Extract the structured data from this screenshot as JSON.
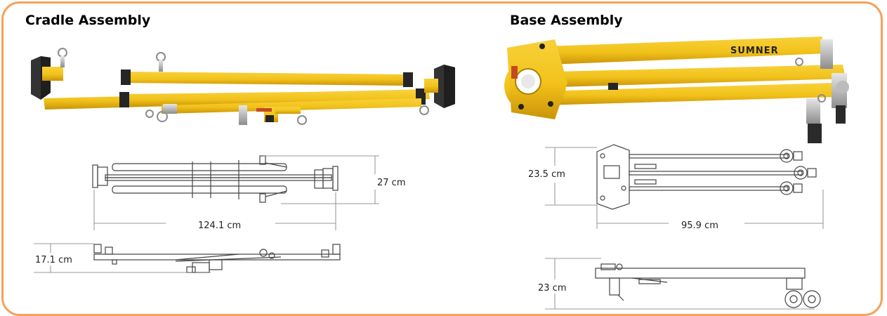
{
  "sections": {
    "cradle": {
      "title": "Cradle Assembly",
      "dimensions": {
        "height": "27 cm",
        "length": "124.1 cm",
        "depth": "17.1 cm"
      }
    },
    "base": {
      "title": "Base Assembly",
      "brand": "SUMNER",
      "dimensions": {
        "width": "23.5 cm",
        "length": "95.9 cm",
        "height": "23 cm"
      }
    }
  },
  "colors": {
    "frame": "#f6a05b",
    "body": "#f2c21b",
    "body_shade": "#d39f0c",
    "dark": "#262626",
    "line": "#444444"
  }
}
